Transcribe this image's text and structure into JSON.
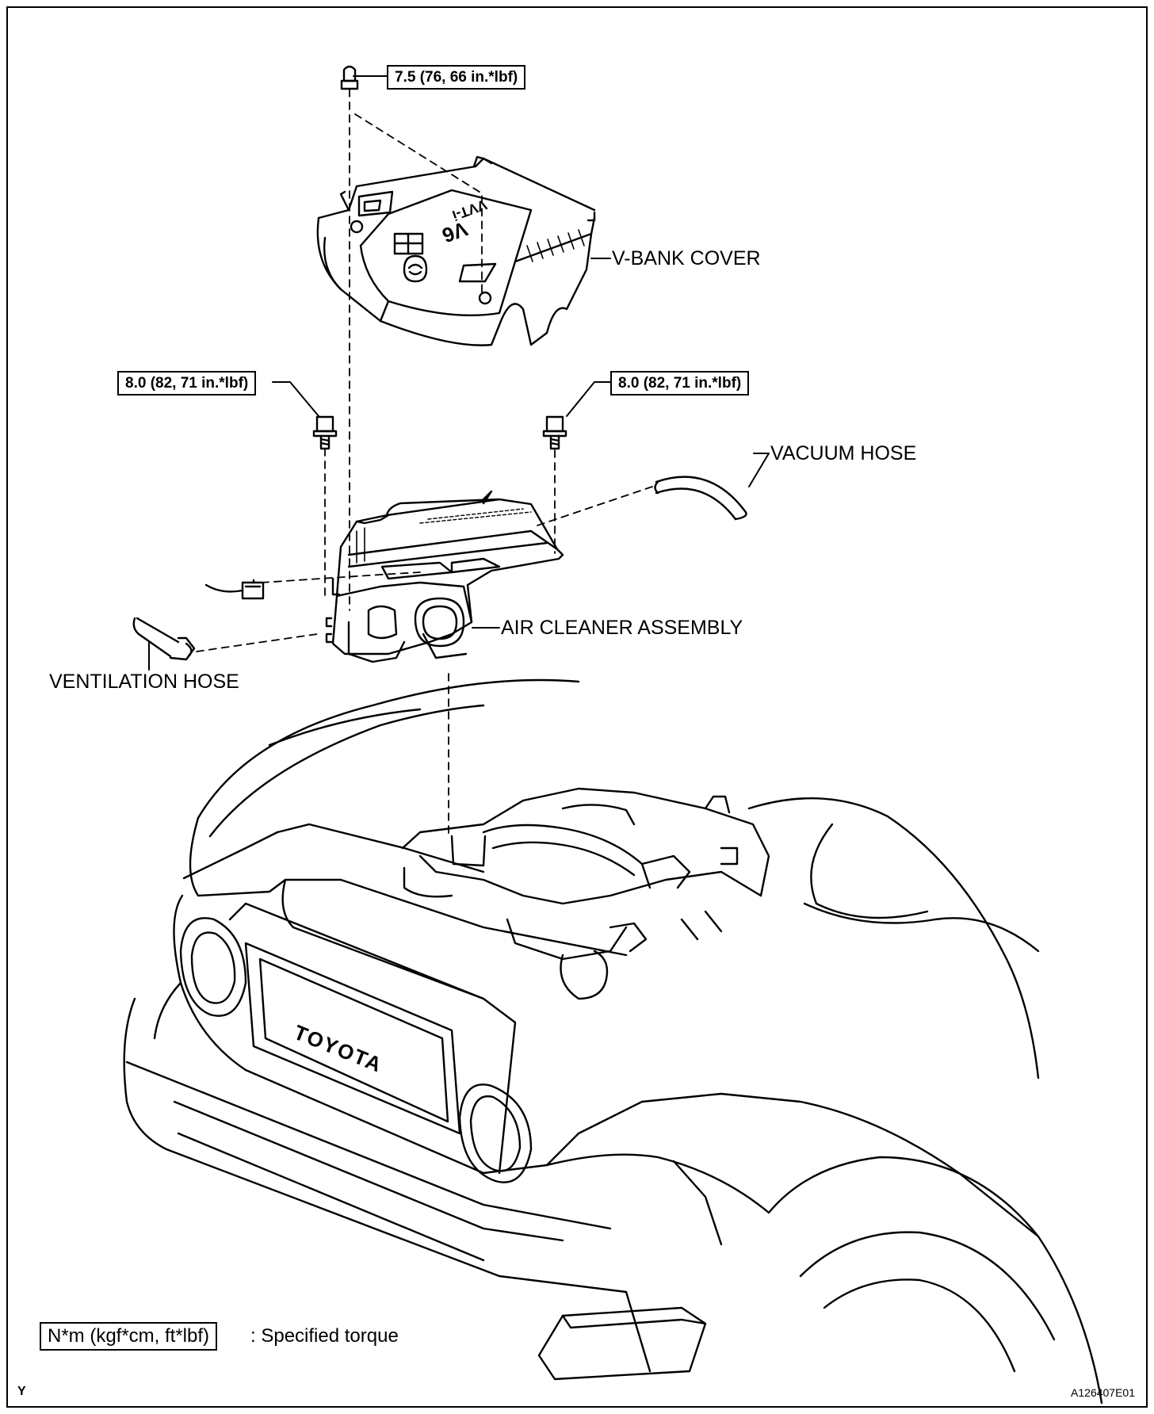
{
  "callouts": {
    "torque_nut": "7.5 (76, 66 in.*lbf)",
    "torque_bolt_left": "8.0 (82, 71 in.*lbf)",
    "torque_bolt_right": "8.0 (82, 71 in.*lbf)"
  },
  "parts": {
    "v_bank_cover": "V-BANK COVER",
    "vacuum_hose": "VACUUM HOSE",
    "air_cleaner_assembly": "AIR CLEANER ASSEMBLY",
    "ventilation_hose": "VENTILATION HOSE"
  },
  "cover_marks": {
    "model": "VVT-i",
    "engine": "V6"
  },
  "grille_logo": "TOYOTA",
  "legend": {
    "unit_box": "N*m (kgf*cm, ft*lbf)",
    "description": ": Specified torque"
  },
  "footer": {
    "corner_mark": "Y",
    "figure_id": "A126407E01"
  }
}
